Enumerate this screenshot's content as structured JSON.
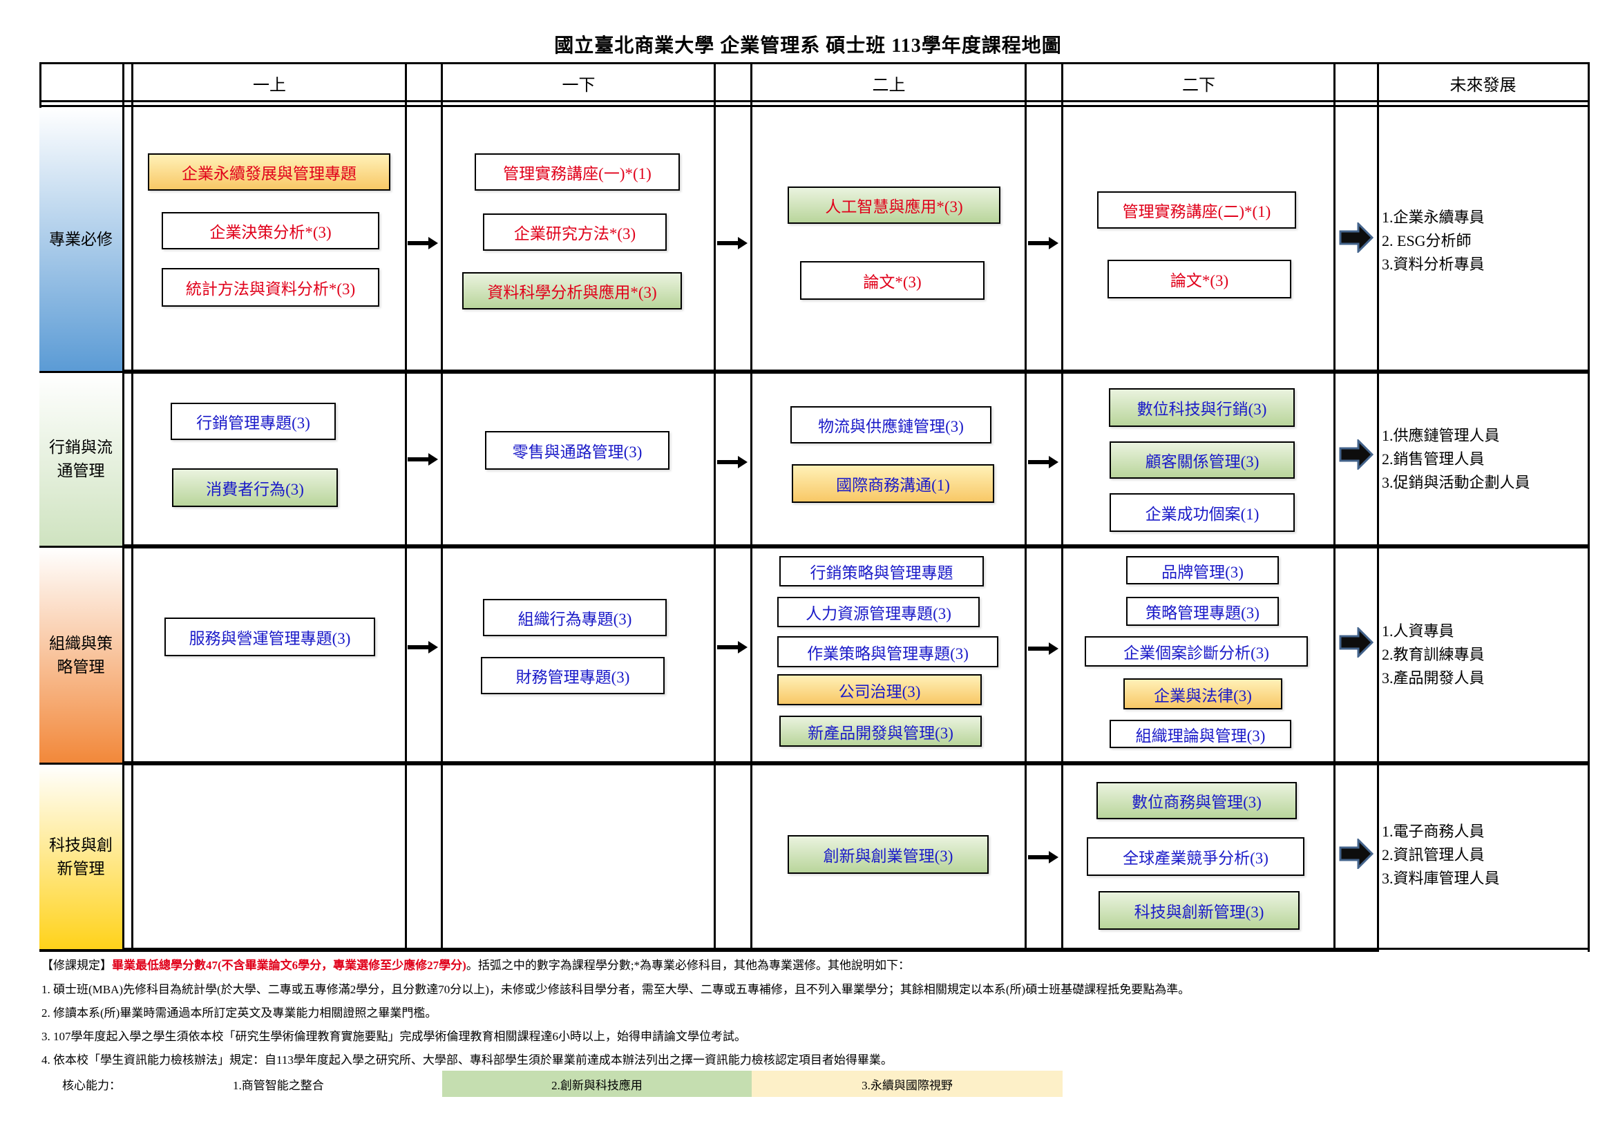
{
  "title": "國立臺北商業大學  企業管理系  碩士班  113學年度課程地圖",
  "columns": [
    "一上",
    "一下",
    "二上",
    "二下",
    "未來發展"
  ],
  "colors": {
    "required_text": "#e0001a",
    "elective_text": "#1a1ac8",
    "green_fill": "#c6dfb0",
    "orange_fill": "#fbd67a",
    "legend_green": "#c5deb0",
    "legend_yellow": "#fdf0c8"
  },
  "rows": [
    {
      "label": "專業必修",
      "courses": [
        {
          "text": "企業永續發展與管理專題",
          "fill": "orange",
          "tone": "red"
        },
        {
          "text": "企業決策分析*(3)",
          "fill": "white",
          "tone": "red"
        },
        {
          "text": "統計方法與資料分析*(3)",
          "fill": "white",
          "tone": "red"
        },
        {
          "text": "管理實務講座(一)*(1)",
          "fill": "white",
          "tone": "red"
        },
        {
          "text": "企業研究方法*(3)",
          "fill": "white",
          "tone": "red"
        },
        {
          "text": "資料科學分析與應用*(3)",
          "fill": "green",
          "tone": "red"
        },
        {
          "text": "人工智慧與應用*(3)",
          "fill": "green",
          "tone": "red"
        },
        {
          "text": "論文*(3)",
          "fill": "white",
          "tone": "red"
        },
        {
          "text": "管理實務講座(二)*(1)",
          "fill": "white",
          "tone": "red"
        },
        {
          "text": "論文*(3)",
          "fill": "white",
          "tone": "red"
        }
      ],
      "future": [
        "1.企業永續專員",
        "2. ESG分析師",
        "3.資料分析專員"
      ]
    },
    {
      "label": "行銷與流通管理",
      "courses": [
        {
          "text": "行銷管理專題(3)",
          "fill": "white",
          "tone": "blue"
        },
        {
          "text": "消費者行為(3)",
          "fill": "green",
          "tone": "blue"
        },
        {
          "text": "零售與通路管理(3)",
          "fill": "white",
          "tone": "blue"
        },
        {
          "text": "物流與供應鏈管理(3)",
          "fill": "white",
          "tone": "blue"
        },
        {
          "text": "國際商務溝通(1)",
          "fill": "orange",
          "tone": "blue"
        },
        {
          "text": "數位科技與行銷(3)",
          "fill": "green",
          "tone": "blue"
        },
        {
          "text": "顧客關係管理(3)",
          "fill": "green",
          "tone": "blue"
        },
        {
          "text": "企業成功個案(1)",
          "fill": "white",
          "tone": "blue"
        }
      ],
      "future": [
        "1.供應鏈管理人員",
        "2.銷售管理人員",
        "3.促銷與活動企劃人員"
      ]
    },
    {
      "label": "組織與策略管理",
      "courses": [
        {
          "text": "服務與營運管理專題(3)",
          "fill": "white",
          "tone": "blue"
        },
        {
          "text": "組織行為專題(3)",
          "fill": "white",
          "tone": "blue"
        },
        {
          "text": "財務管理專題(3)",
          "fill": "white",
          "tone": "blue"
        },
        {
          "text": "行銷策略與管理專題",
          "fill": "white",
          "tone": "blue"
        },
        {
          "text": "人力資源管理專題(3)",
          "fill": "white",
          "tone": "blue"
        },
        {
          "text": "作業策略與管理專題(3)",
          "fill": "white",
          "tone": "blue"
        },
        {
          "text": "公司治理(3)",
          "fill": "orange",
          "tone": "blue"
        },
        {
          "text": "新產品開發與管理(3)",
          "fill": "green",
          "tone": "blue"
        },
        {
          "text": "品牌管理(3)",
          "fill": "white",
          "tone": "blue"
        },
        {
          "text": "策略管理專題(3)",
          "fill": "white",
          "tone": "blue"
        },
        {
          "text": "企業個案診斷分析(3)",
          "fill": "white",
          "tone": "blue"
        },
        {
          "text": "企業與法律(3)",
          "fill": "orange",
          "tone": "blue"
        },
        {
          "text": "組織理論與管理(3)",
          "fill": "white",
          "tone": "blue"
        }
      ],
      "future": [
        "1.人資專員",
        "2.教育訓練專員",
        "3.產品開發人員"
      ]
    },
    {
      "label": "科技與創新管理",
      "courses": [
        {
          "text": "創新與創業管理(3)",
          "fill": "green",
          "tone": "blue"
        },
        {
          "text": "數位商務與管理(3)",
          "fill": "green",
          "tone": "blue"
        },
        {
          "text": "全球產業競爭分析(3)",
          "fill": "white",
          "tone": "blue"
        },
        {
          "text": "科技與創新管理(3)",
          "fill": "green",
          "tone": "blue"
        }
      ],
      "future": [
        "1.電子商務人員",
        "2.資訊管理人員",
        "3.資料庫管理人員"
      ]
    }
  ],
  "notes": {
    "rule_prefix": "【修課規定】",
    "rule_highlight": "畢業最低總學分數47(不含畢業論文6學分，專業選修至少應修27學分)",
    "rule_suffix": "。括弧之中的數字為課程學分數;*為專業必修科目，其他為專業選修。其他說明如下：",
    "items": [
      "1. 碩士班(MBA)先修科目為統計學(於大學、二專或五專修滿2學分，且分數達70分以上)，未修或少修該科目學分者，需至大學、二專或五專補修，且不列入畢業學分；其餘相關規定以本系(所)碩士班基礎課程抵免要點為準。",
      "2. 修讀本系(所)畢業時需通過本所訂定英文及專業能力相關證照之畢業門檻。",
      "3. 107學年度起入學之學生須依本校「研究生學術倫理教育實施要點」完成學術倫理教育相關課程達6小時以上，始得申請論文學位考試。",
      "4. 依本校「學生資訊能力檢核辦法」規定：自113學年度起入學之研究所、大學部、專科部學生須於畢業前達成本辦法列出之擇一資訊能力檢核認定項目者始得畢業。"
    ]
  },
  "legend": {
    "label": "核心能力：",
    "items": [
      "1.商管智能之整合",
      "2.創新與科技應用",
      "3.永續與國際視野"
    ]
  }
}
